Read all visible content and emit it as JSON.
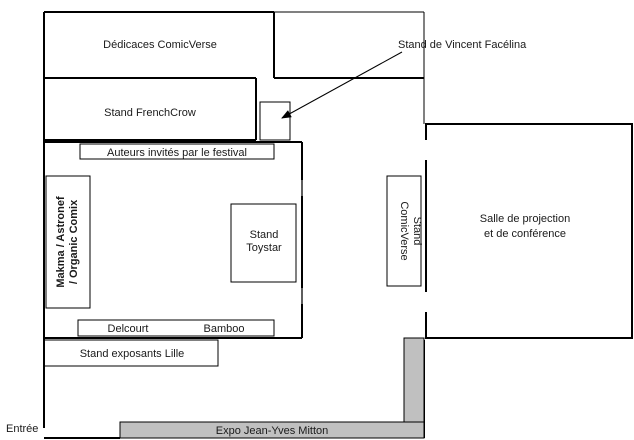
{
  "labels": {
    "dedicaces": "Dédicaces ComicVerse",
    "vincent": "Stand de Vincent Facélina",
    "frenchcrow": "Stand FrenchCrow",
    "auteurs": "Auteurs invités par le festival",
    "makma_line1": "Makma / Astronef",
    "makma_line2": "/ Organic Comix",
    "toystar_line1": "Stand",
    "toystar_line2": "Toystar",
    "comicverse_line1": "Stand",
    "comicverse_line2": "ComicVerse",
    "salle_line1": "Salle de projection",
    "salle_line2": "et de conférence",
    "delcourt": "Delcourt",
    "bamboo": "Bamboo",
    "exposants": "Stand exposants Lille",
    "entree": "Entrée",
    "expo": "Expo Jean-Yves Mitton"
  },
  "colors": {
    "expo_fill": "#c0c0c0",
    "wall": "#000000",
    "door": "#bbbbbb"
  }
}
